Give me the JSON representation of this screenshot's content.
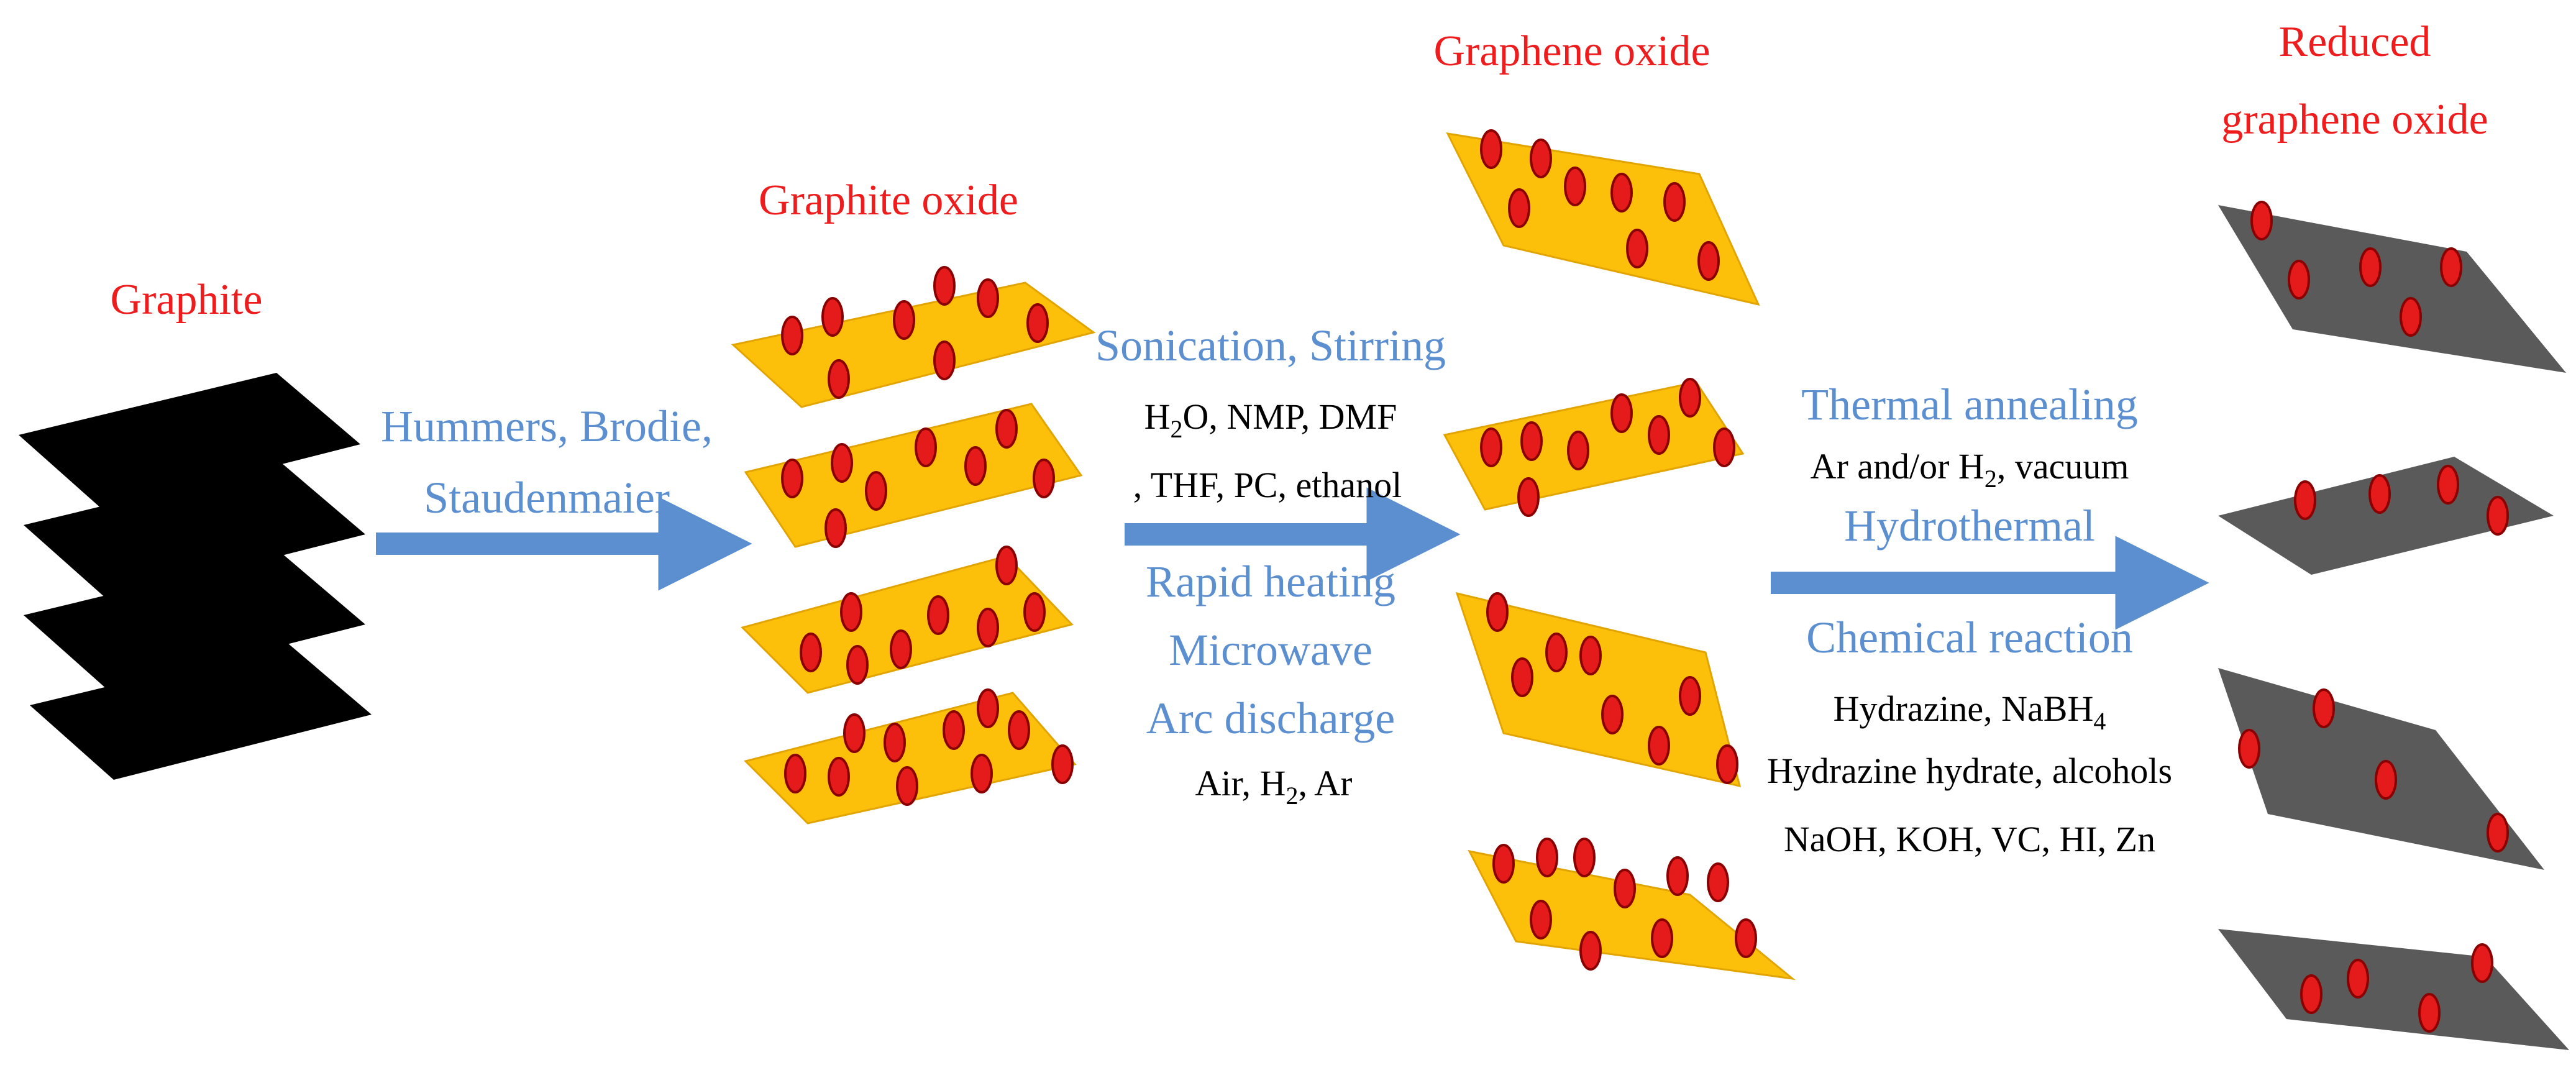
{
  "colors": {
    "title": "#ee1c1c",
    "method": "#5b8fd0",
    "reagent": "#000000",
    "graphite_sheet": "#000000",
    "oxide_sheet": "#fcc00b",
    "oxide_sheet_edge": "#e2a400",
    "reduced_sheet": "#5a5a5a",
    "oxygen_dot": "#e51b1b",
    "oxygen_dot_edge": "#8a0000",
    "arrow": "#5b8fd0"
  },
  "stages": {
    "graphite": {
      "title": "Graphite",
      "sheet_count": 4
    },
    "graphite_oxide": {
      "title": "Graphite oxide",
      "sheet_count": 4
    },
    "graphene_oxide": {
      "title": "Graphene oxide",
      "sheet_count": 4
    },
    "reduced": {
      "title_line1": "Reduced",
      "title_line2": "graphene oxide",
      "sheet_count": 4
    }
  },
  "step1": {
    "method_line1": "Hummers, Brodie,",
    "method_line2": "Staudenmaier"
  },
  "step2": {
    "method_top": "Sonication, Stirring",
    "solvents_line1_a": "H",
    "solvents_line1_sub": "2",
    "solvents_line1_b": "O, NMP, DMF",
    "solvents_line2": ", THF, PC, ethanol",
    "method_b1": "Rapid heating",
    "method_b2": "Microwave",
    "method_b3": "Arc discharge",
    "atmosphere_a": "Air, H",
    "atmosphere_sub": "2",
    "atmosphere_b": ", Ar"
  },
  "step3": {
    "method_a": "Thermal annealing",
    "conditions_a": "Ar and/or H",
    "conditions_sub": "2",
    "conditions_b": ", vacuum",
    "method_b": "Hydrothermal",
    "method_c": "Chemical reaction",
    "reagents_line1_a": "Hydrazine, NaBH",
    "reagents_line1_sub": "4",
    "reagents_line2": "Hydrazine hydrate, alcohols",
    "reagents_line3": "NaOH, KOH, VC, HI, Zn"
  }
}
